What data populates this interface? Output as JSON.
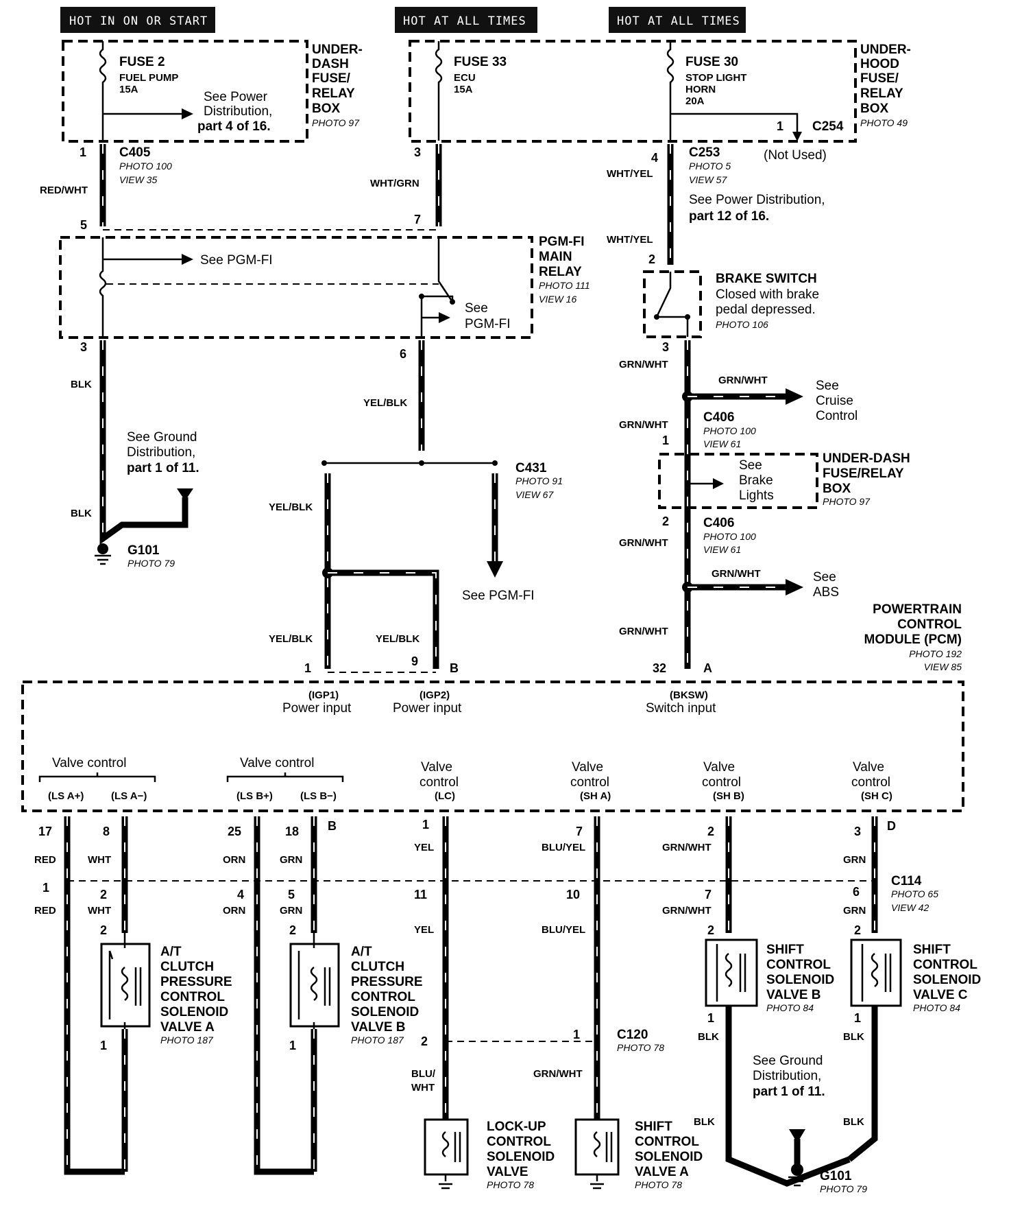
{
  "headers": {
    "h1": "HOT IN ON OR START",
    "h2": "HOT AT ALL TIMES",
    "h3": "HOT AT ALL TIMES"
  },
  "underdash_box": {
    "title": [
      "UNDER-",
      "DASH",
      "FUSE/",
      "RELAY",
      "BOX"
    ],
    "photo": "PHOTO 97",
    "fuse": "FUSE 2",
    "fuse_desc": "FUEL PUMP",
    "fuse_amp": "15A",
    "see": [
      "See Power",
      "Distribution,",
      "part 4 of 16."
    ]
  },
  "underhood_box": {
    "title": [
      "UNDER-",
      "HOOD",
      "FUSE/",
      "RELAY",
      "BOX"
    ],
    "photo": "PHOTO 49",
    "fuse33": "FUSE 33",
    "fuse33_desc": "ECU",
    "fuse33_amp": "15A",
    "fuse30": "FUSE 30",
    "fuse30_desc1": "STOP LIGHT",
    "fuse30_desc2": "HORN",
    "fuse30_amp": "20A",
    "c254": "C254",
    "c254_pin": "1",
    "not_used": "(Not Used)"
  },
  "connectors": {
    "c405": {
      "name": "C405",
      "photo": "PHOTO 100",
      "view": "VIEW 35"
    },
    "c253": {
      "name": "C253",
      "photo": "PHOTO 5",
      "view": "VIEW 57"
    },
    "c431": {
      "name": "C431",
      "photo": "PHOTO 91",
      "view": "VIEW 67"
    },
    "c406a": {
      "name": "C406",
      "photo": "PHOTO 100",
      "view": "VIEW 61"
    },
    "c406b": {
      "name": "C406",
      "photo": "PHOTO 100",
      "view": "VIEW 61"
    },
    "c114": {
      "name": "C114",
      "photo": "PHOTO 65",
      "view": "VIEW 42"
    },
    "c120": {
      "name": "C120",
      "photo": "PHOTO 78"
    }
  },
  "see_pd12": [
    "See Power Distribution,",
    "part 12 of 16."
  ],
  "relay": {
    "title": [
      "PGM-FI",
      "MAIN",
      "RELAY"
    ],
    "photo": "PHOTO 111",
    "view": "VIEW 16",
    "see1": "See PGM-FI",
    "see2": [
      "See",
      "PGM-FI"
    ]
  },
  "brake_switch": {
    "title": "BRAKE SWITCH",
    "desc": [
      "Closed with brake",
      "pedal depressed."
    ],
    "photo": "PHOTO 106"
  },
  "see_cruise": [
    "See",
    "Cruise",
    "Control"
  ],
  "underdash2": {
    "title": [
      "UNDER-DASH",
      "FUSE/RELAY",
      "BOX"
    ],
    "photo": "PHOTO 97",
    "see": [
      "See",
      "Brake",
      "Lights"
    ]
  },
  "see_abs": [
    "See",
    "ABS"
  ],
  "see_pgmfi3": "See PGM-FI",
  "see_ground1": [
    "See Ground",
    "Distribution,",
    "part 1 of 11."
  ],
  "see_ground2": [
    "See Ground",
    "Distribution,",
    "part 1 of 11."
  ],
  "g101a": {
    "name": "G101",
    "photo": "PHOTO 79"
  },
  "g101b": {
    "name": "G101",
    "photo": "PHOTO 79"
  },
  "pcm": {
    "title": [
      "POWERTRAIN",
      "CONTROL",
      "MODULE (PCM)"
    ],
    "photo": "PHOTO 192",
    "view": "VIEW 85",
    "inputs": [
      {
        "code": "(IGP1)",
        "label": "Power input"
      },
      {
        "code": "(IGP2)",
        "label": "Power input"
      },
      {
        "code": "(BKSW)",
        "label": "Switch input"
      }
    ],
    "outputs": [
      {
        "label": "Valve control",
        "codes": [
          "(LS A+)",
          "(LS A−)"
        ]
      },
      {
        "label": "Valve control",
        "codes": [
          "(LS B+)",
          "(LS B−)"
        ]
      },
      {
        "label": [
          "Valve",
          "control"
        ],
        "code": "(LC)"
      },
      {
        "label": [
          "Valve",
          "control"
        ],
        "code": "(SH A)"
      },
      {
        "label": [
          "Valve",
          "control"
        ],
        "code": "(SH B)"
      },
      {
        "label": [
          "Valve",
          "control"
        ],
        "code": "(SH C)"
      }
    ]
  },
  "wires": {
    "red_wht": "RED/WHT",
    "wht_grn": "WHT/GRN",
    "wht_yel": "WHT/YEL",
    "blk": "BLK",
    "yel_blk": "YEL/BLK",
    "grn_wht": "GRN/WHT",
    "red": "RED",
    "wht": "WHT",
    "orn": "ORN",
    "grn": "GRN",
    "yel": "YEL",
    "blu_yel": "BLU/YEL",
    "blu_wht": [
      "BLU/",
      "WHT"
    ]
  },
  "pins": {
    "p1": "1",
    "p2": "2",
    "p3": "3",
    "p4": "4",
    "p5": "5",
    "p6": "6",
    "p7": "7",
    "p8": "8",
    "p9": "9",
    "p10": "10",
    "p11": "11",
    "p17": "17",
    "p18": "18",
    "p25": "25",
    "p32": "32",
    "A": "A",
    "B": "B",
    "D": "D"
  },
  "components": {
    "ats_a": {
      "title": [
        "A/T",
        "CLUTCH",
        "PRESSURE",
        "CONTROL",
        "SOLENOID",
        "VALVE A"
      ],
      "photo": "PHOTO 187"
    },
    "ats_b": {
      "title": [
        "A/T",
        "CLUTCH",
        "PRESSURE",
        "CONTROL",
        "SOLENOID",
        "VALVE B"
      ],
      "photo": "PHOTO 187"
    },
    "lockup": {
      "title": [
        "LOCK-UP",
        "CONTROL",
        "SOLENOID",
        "VALVE"
      ],
      "photo": "PHOTO 78"
    },
    "shift_a": {
      "title": [
        "SHIFT",
        "CONTROL",
        "SOLENOID",
        "VALVE A"
      ],
      "photo": "PHOTO 78"
    },
    "shift_b": {
      "title": [
        "SHIFT",
        "CONTROL",
        "SOLENOID",
        "VALVE B"
      ],
      "photo": "PHOTO 84"
    },
    "shift_c": {
      "title": [
        "SHIFT",
        "CONTROL",
        "SOLENOID",
        "VALVE C"
      ],
      "photo": "PHOTO 84"
    }
  }
}
